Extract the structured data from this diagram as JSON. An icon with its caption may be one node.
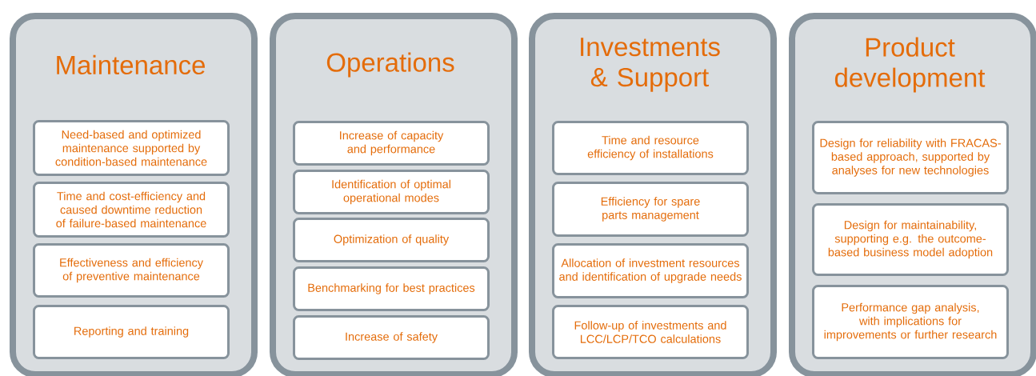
{
  "diagram": {
    "nodes": [
      {
        "text": [
          "Maintenance"
        ]
      },
      {
        "text": [
          "Need-based and optimized maintenance supported by condition-based maintenance"
        ],
        "in": 0
      },
      {
        "text": [
          "Time and cost-efficiency and caused downtime reduction of failure-based maintenance"
        ],
        "in": 0
      },
      {
        "text": [
          "Effectiveness and efficiency of preventive maintenance"
        ],
        "in": 0
      },
      {
        "text": [
          "Reporting and training"
        ],
        "in": 0
      },
      {
        "text": [
          "Operations"
        ]
      },
      {
        "text": [
          "Increase of capacity and performance"
        ],
        "in": 5
      },
      {
        "text": [
          "Identification of optimal operational modes"
        ],
        "in": 5
      },
      {
        "text": [
          "Optimization of quality"
        ],
        "in": 5
      },
      {
        "text": [
          "Benchmarking for best practices"
        ],
        "in": 5
      },
      {
        "text": [
          "Increase of safety"
        ],
        "in": 5
      },
      {
        "text": [
          "Investments & Support"
        ]
      },
      {
        "text": [
          "Time and resource efficiency of installations"
        ],
        "in": 11
      },
      {
        "text": [
          "Efficiency for spare parts management"
        ],
        "in": 11
      },
      {
        "text": [
          "Allocation of investment resources and identification of upgrade needs"
        ],
        "in": 11
      },
      {
        "text": [
          "Follow-up of investments and LCC/LCP/TCO calculations"
        ],
        "in": 11
      },
      {
        "text": [
          "Product development"
        ]
      },
      {
        "text": [
          "Design for reliability with FRACAS-based approach, supported by analyses for new technologies"
        ],
        "in": 16
      },
      {
        "text": [
          "Design for maintainability, supporting e.g. the outcome-based business model adoption"
        ],
        "in": 16
      },
      {
        "text": [
          "Performance gap analysis, with implications for improvements or further research"
        ],
        "in": 16
      }
    ]
  }
}
